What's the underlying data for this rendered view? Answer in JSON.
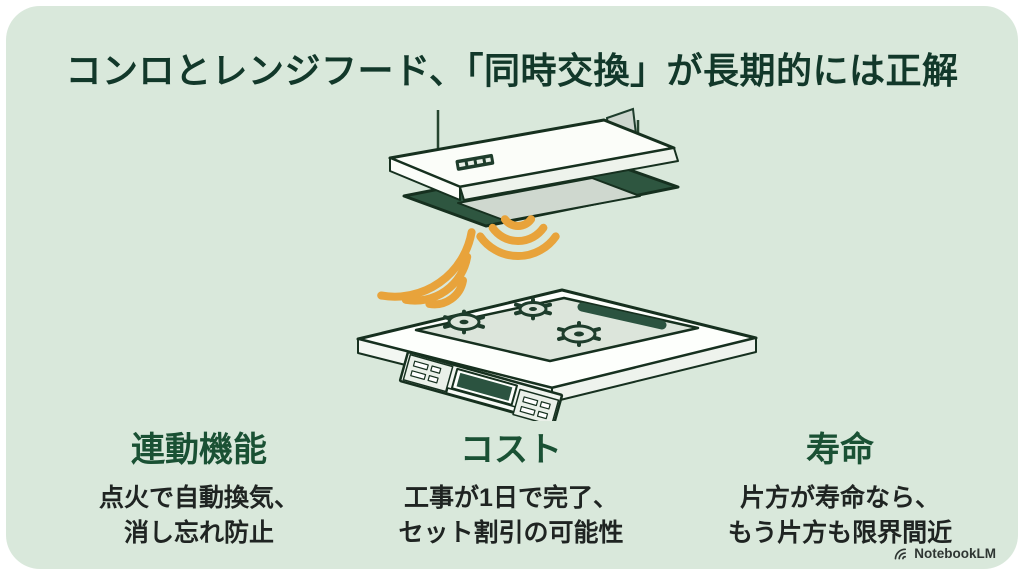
{
  "title": "コンロとレンジフード、「同時交換」が長期的には正解",
  "features": [
    {
      "heading": "連動機能",
      "line1": "点火で自動換気、",
      "line2": "消し忘れ防止"
    },
    {
      "heading": "コスト",
      "line1": "工事が1日で完了、",
      "line2": "セット割引の可能性"
    },
    {
      "heading": "寿命",
      "line1": "片方が寿命なら、",
      "line2": "もう片方も限界間近"
    }
  ],
  "watermark": "NotebookLM",
  "icons": {
    "hood": "range-hood",
    "stove": "built-in-gas-stove",
    "signal": "wireless-link-waves",
    "logo": "notebooklm-logo"
  },
  "colors": {
    "background": "#d9e8db",
    "title_green": "#12382a",
    "heading_green": "#1a5134",
    "body_text": "#1f2422",
    "accent_orange": "#e8a33b",
    "outline_green": "#16301f"
  }
}
